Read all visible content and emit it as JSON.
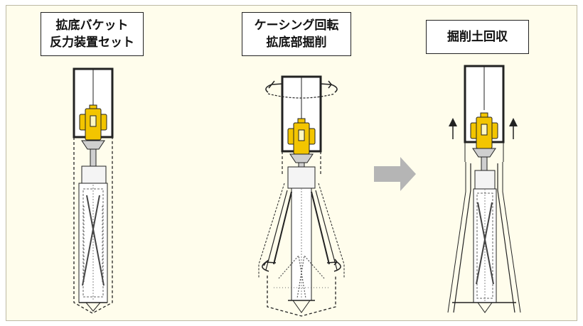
{
  "steps": [
    {
      "line1": "拡底バケット",
      "line2": "反力装置セット"
    },
    {
      "line1": "ケーシング回転",
      "line2": "拡底部掘削"
    },
    {
      "line1": "掘削土回収",
      "line2": ""
    }
  ],
  "colors": {
    "background": "#fffdec",
    "yellow": "#f3c500",
    "outline": "#222222",
    "arrow": "#b5b5b5"
  },
  "icons": [
    "rotation-arrow-icon",
    "lift-arrow-icon",
    "next-step-arrow-icon"
  ]
}
